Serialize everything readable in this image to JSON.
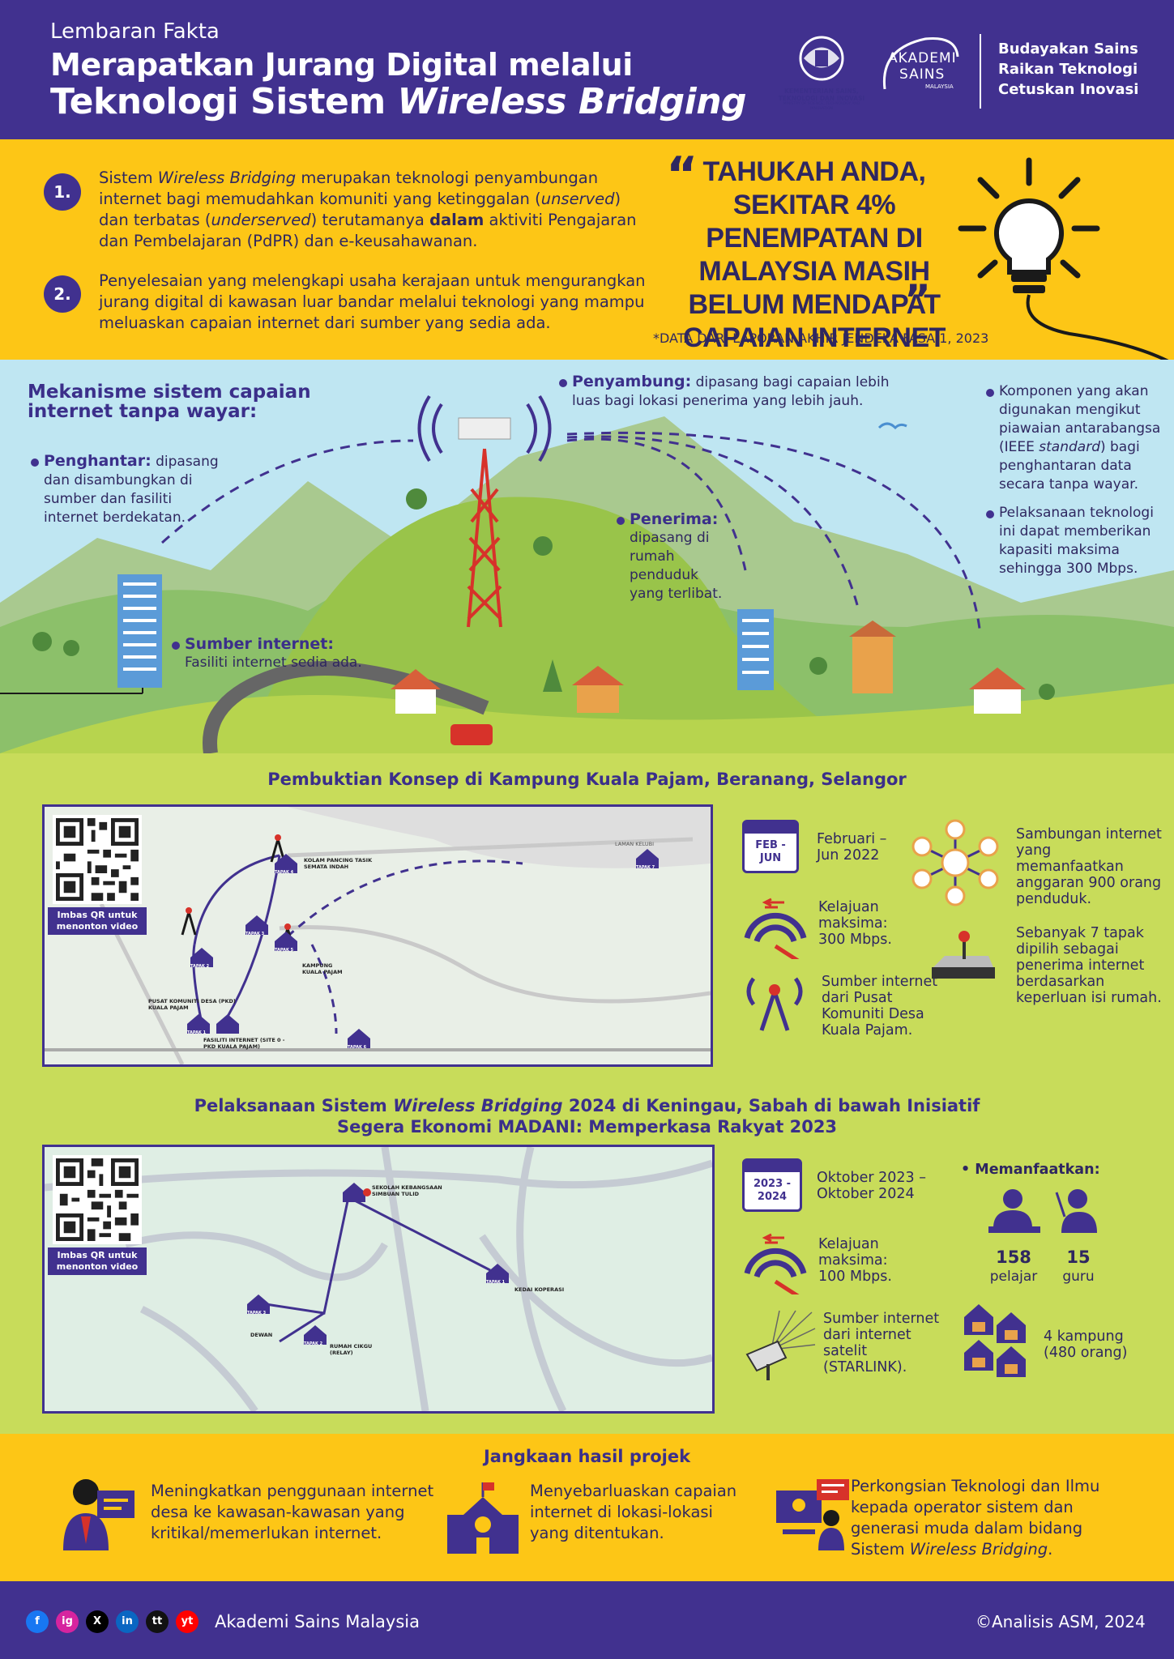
{
  "header": {
    "kicker": "Lembaran Fakta",
    "title_line1": "Merapatkan Jurang Digital melalui",
    "title_line2_a": "Teknologi Sistem ",
    "title_line2_b": "Wireless Bridging",
    "ministry_caption": "KEMENTERIAN SAINS, TEKNOLOGI DAN INOVASI",
    "ministry_caption_en": "MINISTRY OF SCIENCE, TECHNOLOGY AND INNOVATION",
    "academy_logo_line1": "AKADEMI",
    "academy_logo_line2": "SAINS",
    "academy_logo_line3": "MALAYSIA",
    "tagline": [
      "Budayakan Sains",
      "Raikan Teknologi",
      "Cetuskan Inovasi"
    ]
  },
  "intro": {
    "point1_num": "1.",
    "point1_a": "Sistem ",
    "point1_b": "Wireless Bridging",
    "point1_c": " merupakan teknologi penyambungan internet bagi memudahkan komuniti yang ketinggalan (",
    "point1_d": "unserved",
    "point1_e": ") dan terbatas (",
    "point1_f": "underserved",
    "point1_g": ") terutamanya ",
    "point1_h": "dalam",
    "point1_i": " aktiviti Pengajaran dan Pembelajaran (PdPR) dan e-keusahawanan.",
    "point2_num": "2.",
    "point2": "Penyelesaian yang melengkapi usaha kerajaan untuk mengurangkan jurang digital di kawasan luar bandar melalui teknologi yang mampu meluaskan capaian internet dari sumber yang sedia ada.",
    "quote": "TAHUKAH ANDA, SEKITAR 4% PENEMPATAN DI MALAYSIA MASIH BELUM MENDAPAT CAPAIAN INTERNET PANTAS",
    "quote_source": "*DATA DARI LAPORAN AKHIR JENDELA FASA 1, 2023"
  },
  "mechanism": {
    "title": "Mekanisme sistem capaian internet tanpa wayar:",
    "transmitter_label": "Penghantar:",
    "transmitter_text": " dipasang dan disambungkan di sumber dan fasiliti internet berdekatan.",
    "connector_label": "Penyambung:",
    "connector_text": " dipasang bagi capaian lebih luas bagi lokasi penerima yang lebih jauh.",
    "receiver_label": "Penerima:",
    "receiver_text": "dipasang di rumah penduduk yang terlibat.",
    "source_label": "Sumber internet:",
    "source_text": "Fasiliti internet sedia ada.",
    "note1_a": "Komponen yang akan digunakan mengikut piawaian antarabangsa (IEEE ",
    "note1_b": "standard",
    "note1_c": ") bagi penghantaran data secara tanpa wayar.",
    "note2": "Pelaksanaan teknologi ini dapat memberikan kapasiti maksima sehingga 300 Mbps."
  },
  "poc": {
    "title": "Pembuktian Konsep di Kampung Kuala Pajam, Beranang, Selangor",
    "qr_caption": "Imbas QR untuk menonton video",
    "map_labels": [
      "KOLAM PANCING TASIK SEMATA INDAH",
      "KAMPUNG KUALA PAJAM",
      "PUSAT KOMUNITI DESA (PKD) KUALA PAJAM",
      "FASILITI INTERNET (SITE 0 - PKD KUALA PAJAM)",
      "LAMAN KELUBI"
    ],
    "sites": [
      "TAPAK 1",
      "TAPAK 2",
      "TAPAK 3",
      "TAPAK 4",
      "TAPAK 5",
      "TAPAK 6",
      "TAPAK 7"
    ],
    "calendar": "FEB - JUN",
    "period": "Februari – Jun 2022",
    "speed": "Kelajuan maksima: 300 Mbps.",
    "source": "Sumber internet dari Pusat Komuniti Desa Kuala Pajam.",
    "beneficiaries": "Sambungan internet yang memanfaatkan anggaran 900 orang penduduk.",
    "sites_note": "Sebanyak 7 tapak dipilih sebagai penerima internet berdasarkan keperluan isi rumah."
  },
  "sabah": {
    "title_a": "Pelaksanaan Sistem ",
    "title_b": "Wireless Bridging",
    "title_c": " 2024 di Keningau, Sabah di bawah Inisiatif",
    "title_line2": "Segera Ekonomi MADANI: Memperkasa Rakyat 2023",
    "qr_caption": "Imbas QR untuk menonton video",
    "map_labels": [
      "SEKOLAH KEBANGSAAN SIMBUAN TULID",
      "KEDAI KOPERASI",
      "DEWAN",
      "RUMAH CIKGU (RELAY)"
    ],
    "sites": [
      "TAPAK 1",
      "TAPAK 2",
      "TAPAK 3"
    ],
    "calendar": "2023 - 2024",
    "period": "Oktober 2023 – Oktober 2024",
    "speed": "Kelajuan maksima: 100 Mbps.",
    "source": "Sumber internet dari internet satelit (STARLINK).",
    "benefit_label": "• Memanfaatkan:",
    "students_num": "158",
    "students_label": "pelajar",
    "teachers_num": "15",
    "teachers_label": "guru",
    "villages": "4 kampung (480 orang)"
  },
  "outcomes": {
    "title": "Jangkaan hasil projek",
    "item1": "Meningkatkan penggunaan internet desa ke kawasan-kawasan yang kritikal/memerlukan internet.",
    "item2": "Menyebarluaskan capaian internet di lokasi-lokasi yang ditentukan.",
    "item3_a": "Perkongsian Teknologi dan Ilmu kepada operator sistem dan generasi muda dalam bidang Sistem ",
    "item3_b": "Wireless Bridging",
    "item3_c": "."
  },
  "footer": {
    "social": [
      "f",
      "ig",
      "X",
      "in",
      "tt",
      "yt"
    ],
    "org": "Akademi Sains Malaysia",
    "copyright": "©Analisis ASM, 2024"
  },
  "colors": {
    "purple": "#41318f",
    "yellow": "#fdc616",
    "green": "#c8dc5a",
    "sky": "#bfe6f2"
  }
}
